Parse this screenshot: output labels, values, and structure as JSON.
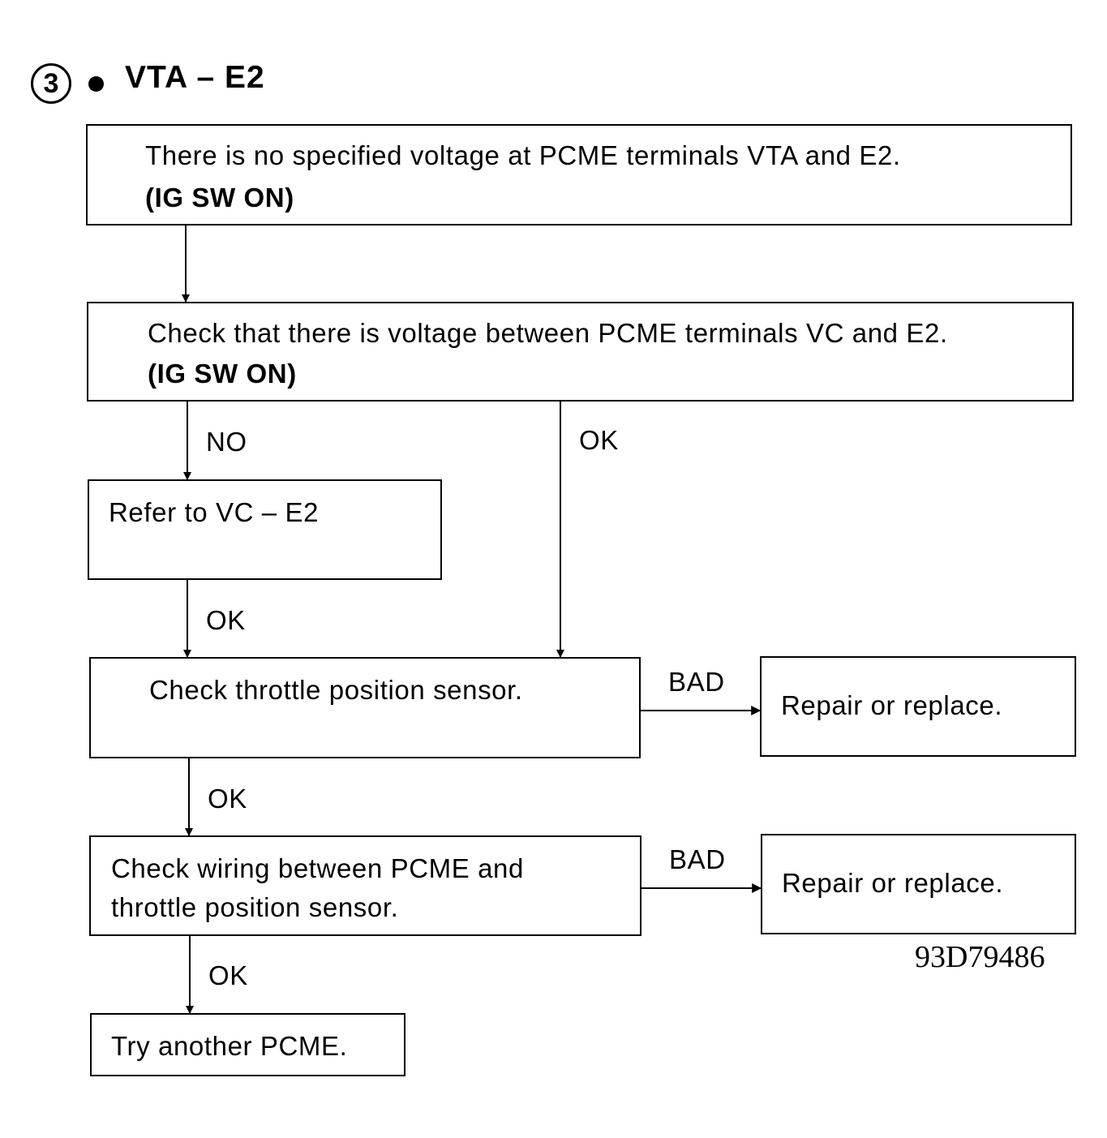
{
  "header": {
    "step_number": "3",
    "title": "VTA – E2"
  },
  "boxes": {
    "symptom": {
      "line1": "There is no specified voltage at PCME terminals VTA and E2.",
      "line2": "(IG SW ON)"
    },
    "check_vc": {
      "line1": "Check that there is voltage between PCME terminals VC and E2.",
      "line2": "(IG SW ON)"
    },
    "refer_vc": {
      "line1": "Refer to VC – E2"
    },
    "check_tps": {
      "line1": "Check throttle position sensor."
    },
    "repair_1": {
      "line1": "Repair or replace."
    },
    "check_wiring": {
      "line1": "Check wiring between PCME and",
      "line2": "throttle position sensor."
    },
    "repair_2": {
      "line1": "Repair or replace."
    },
    "try_pcme": {
      "line1": "Try another PCME."
    }
  },
  "labels": {
    "no": "NO",
    "ok_right": "OK",
    "ok_refer": "OK",
    "bad_tps": "BAD",
    "ok_tps": "OK",
    "bad_wiring": "BAD",
    "ok_wiring": "OK"
  },
  "figure_code": "93D79486"
}
